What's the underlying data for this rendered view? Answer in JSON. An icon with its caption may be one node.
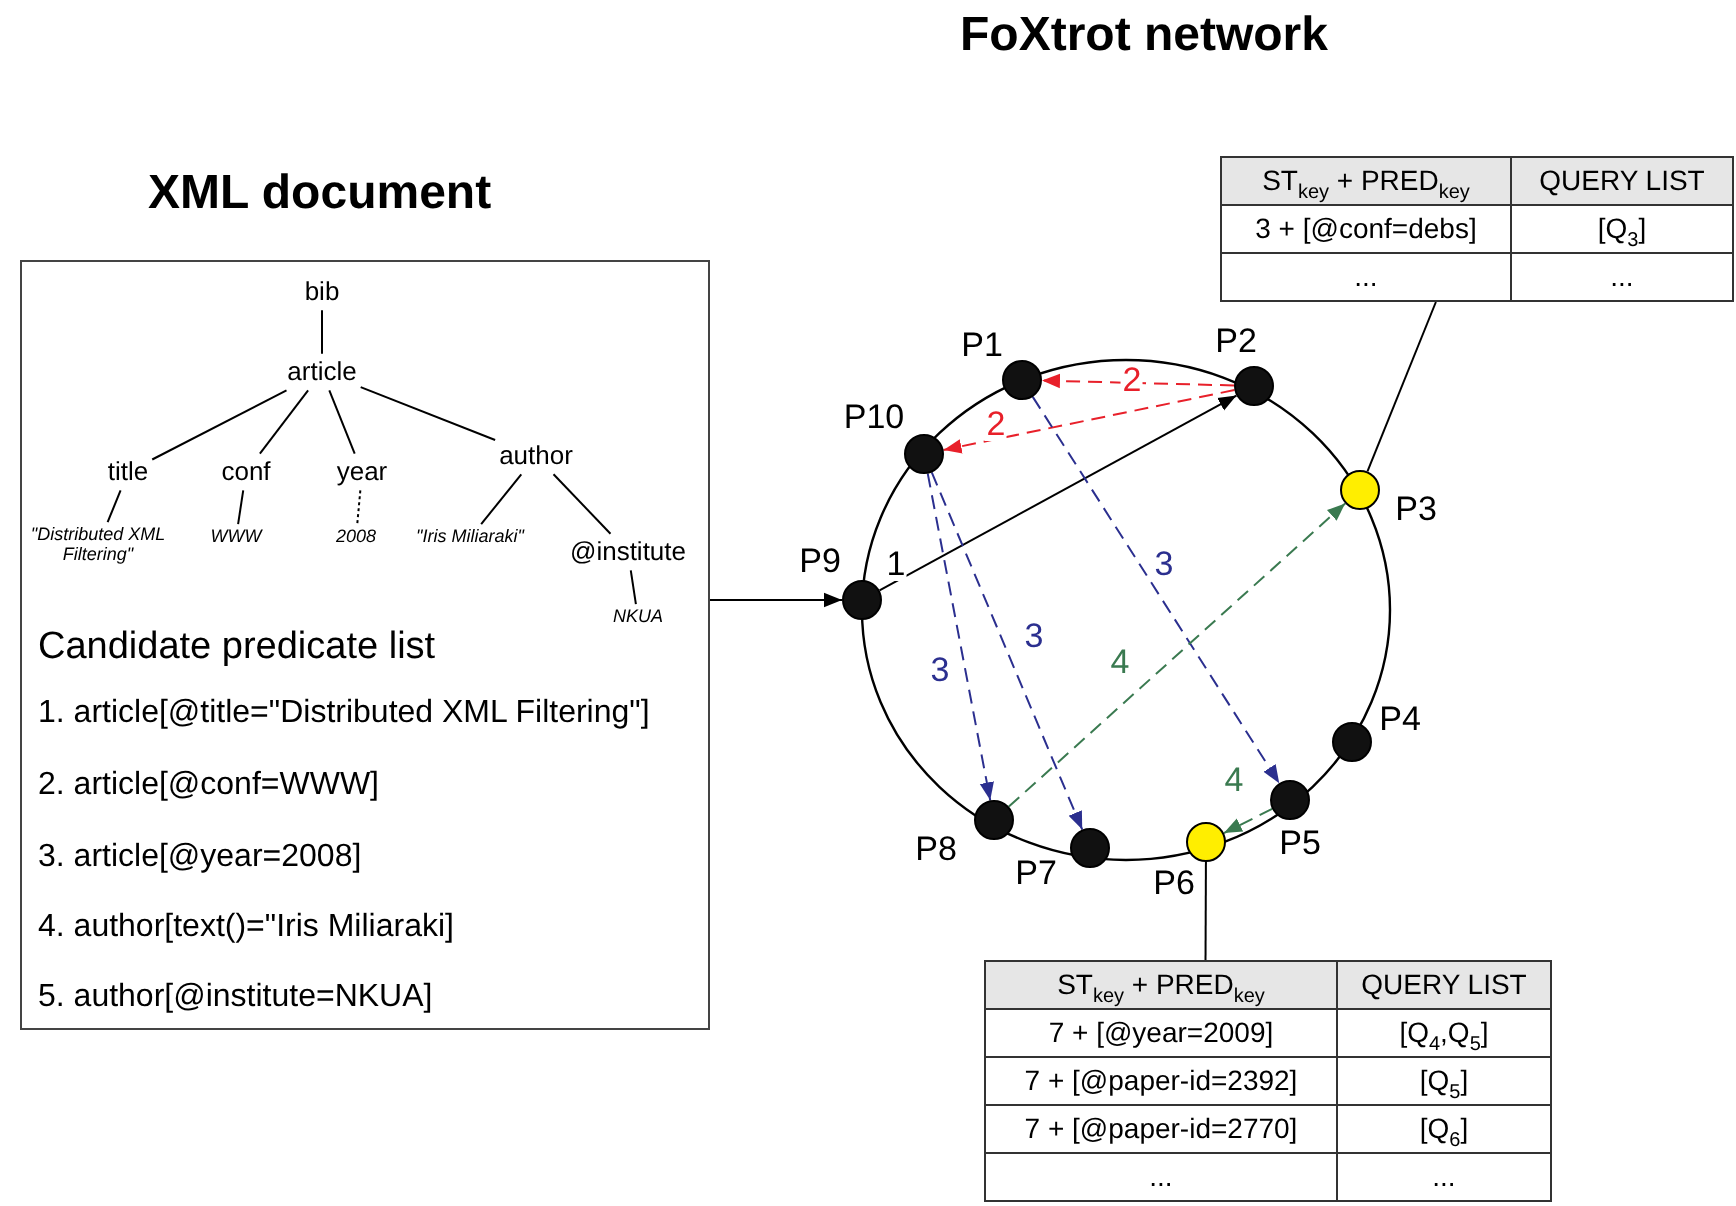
{
  "diagram": {
    "nodes": [
      {
        "text": [
          "XML document",
          "Candidate predicate list",
          "1. article[@title=\"Distributed XML Filtering\"]",
          "2. article[@conf=WWW]",
          "3. article[@year=2008]",
          "4. author[text()=\"Iris Miliaraki]",
          "5. author[@institute=NKUA]"
        ]
      },
      {
        "text": [
          "bib"
        ],
        "in": 0
      },
      {
        "text": [
          "article"
        ],
        "in": 0
      },
      {
        "text": [
          "title"
        ],
        "in": 0
      },
      {
        "text": [
          "conf"
        ],
        "in": 0
      },
      {
        "text": [
          "year"
        ],
        "in": 0
      },
      {
        "text": [
          "author"
        ],
        "in": 0
      },
      {
        "text": [
          "\"Distributed XML Filtering\""
        ],
        "in": 0
      },
      {
        "text": [
          "WWW"
        ],
        "in": 0
      },
      {
        "text": [
          "2008"
        ],
        "in": 0
      },
      {
        "text": [
          "\"Iris Miliaraki\""
        ],
        "in": 0
      },
      {
        "text": [
          "@institute"
        ],
        "in": 0
      },
      {
        "text": [
          "NKUA"
        ],
        "in": 0
      },
      {
        "text": [],
        "shape": "circle",
        "beside": [
          "P1"
        ]
      },
      {
        "text": [],
        "shape": "circle",
        "beside": [
          "P2"
        ]
      },
      {
        "text": [],
        "shape": "circle",
        "beside": [
          "P3"
        ]
      },
      {
        "text": [],
        "shape": "circle",
        "beside": [
          "P4"
        ]
      },
      {
        "text": [],
        "shape": "circle",
        "beside": [
          "P5"
        ]
      },
      {
        "text": [],
        "shape": "circle",
        "beside": [
          "P6"
        ]
      },
      {
        "text": [],
        "shape": "circle",
        "beside": [
          "P7"
        ]
      },
      {
        "text": [],
        "shape": "circle",
        "beside": [
          "P8"
        ]
      },
      {
        "text": [],
        "shape": "circle",
        "beside": [
          "P9"
        ]
      },
      {
        "text": [],
        "shape": "circle",
        "beside": [
          "P10"
        ]
      },
      {
        "text": [
          "ST$_{key}$ + PRED$_{key}$",
          "QUERY LIST",
          "3 + [@conf=debs]",
          "[Q$_{3}$]",
          "...",
          "..."
        ]
      },
      {
        "text": [
          "ST$_{key}$ + PRED$_{key}$",
          "QUERY LIST",
          "7 + [@year=2009]",
          "[Q$_{4}$,Q$_{5}$]",
          "7 + [@paper-id=2392]",
          "[Q$_{5}$]",
          "7 + [@paper-id=2770]",
          "[Q$_{6}$]",
          "...",
          "..."
        ]
      }
    ],
    "edges": [
      {
        "from": 1,
        "to": 2,
        "arrow": "none"
      },
      {
        "from": 2,
        "to": 3,
        "arrow": "none"
      },
      {
        "from": 2,
        "to": 4,
        "arrow": "none"
      },
      {
        "from": 2,
        "to": 5,
        "arrow": "none"
      },
      {
        "from": 2,
        "to": 6,
        "arrow": "none"
      },
      {
        "from": 3,
        "to": 7,
        "arrow": "none"
      },
      {
        "from": 4,
        "to": 8,
        "arrow": "none"
      },
      {
        "from": 5,
        "to": 9,
        "arrow": "none",
        "style": "dashed"
      },
      {
        "from": 6,
        "to": 10,
        "arrow": "none"
      },
      {
        "from": 6,
        "to": 11,
        "arrow": "none"
      },
      {
        "from": 11,
        "to": 12,
        "arrow": "none"
      },
      {
        "from": 0,
        "to": 21,
        "arrow": "to"
      },
      {
        "from": 21,
        "to": 14,
        "arrow": "to",
        "label": "1"
      },
      {
        "from": 14,
        "to": 13,
        "arrow": "to",
        "label": "2",
        "style": "dashed",
        "color": "#e8202a"
      },
      {
        "from": 14,
        "to": 22,
        "arrow": "to",
        "label": "2",
        "style": "dashed",
        "color": "#e8202a"
      },
      {
        "from": 22,
        "to": 20,
        "arrow": "to",
        "label": "3",
        "style": "dashed",
        "color": "#2b2f8f"
      },
      {
        "from": 22,
        "to": 19,
        "arrow": "to",
        "label": "3",
        "style": "dashed",
        "color": "#2b2f8f"
      },
      {
        "from": 13,
        "to": 17,
        "arrow": "to",
        "label": "3",
        "style": "dashed",
        "color": "#2b2f8f"
      },
      {
        "from": 20,
        "to": 15,
        "arrow": "to",
        "label": "4",
        "style": "dashed",
        "color": "#3a7a50"
      },
      {
        "from": 17,
        "to": 18,
        "arrow": "to",
        "label": "4",
        "style": "dashed",
        "color": "#3a7a50"
      },
      {
        "from": 23,
        "to": 15,
        "arrow": "none"
      },
      {
        "from": 24,
        "to": 18,
        "arrow": "none"
      }
    ],
    "labels": [
      "FoXtrot network"
    ]
  }
}
